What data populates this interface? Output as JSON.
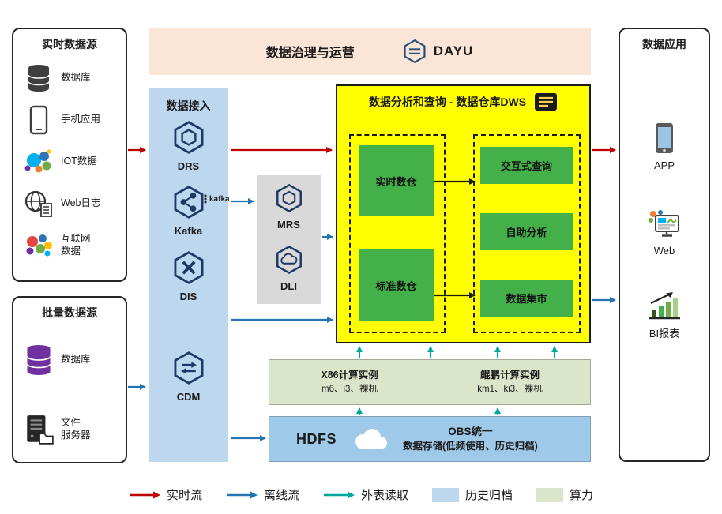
{
  "banner": {
    "title": "数据治理与运营",
    "logo_text": "DAYU"
  },
  "realtime_sources": {
    "title": "实时数据源",
    "items": [
      {
        "label": "数据库",
        "icon": "database-icon"
      },
      {
        "label": "手机应用",
        "icon": "mobile-app-icon"
      },
      {
        "label": "IOT数据",
        "icon": "iot-icon"
      },
      {
        "label": "Web日志",
        "icon": "web-log-icon"
      },
      {
        "label_line1": "互联网",
        "label_line2": "数据",
        "icon": "internet-data-icon"
      }
    ]
  },
  "batch_sources": {
    "title": "批量数据源",
    "items": [
      {
        "label": "数据库",
        "icon": "database-icon"
      },
      {
        "label_line1": "文件",
        "label_line2": "服务器",
        "icon": "file-server-icon"
      }
    ]
  },
  "ingestion": {
    "title": "数据接入",
    "services": [
      {
        "label": "DRS"
      },
      {
        "label": "Kafka",
        "sublabel": "kafka"
      },
      {
        "label": "DIS"
      },
      {
        "label": "CDM"
      }
    ]
  },
  "middleware": {
    "services": [
      {
        "label": "MRS"
      },
      {
        "label": "DLI"
      }
    ]
  },
  "dws": {
    "title": "数据分析和查询 - 数据仓库DWS",
    "warehouses": [
      {
        "label": "实时数仓"
      },
      {
        "label": "标准数仓"
      }
    ],
    "services": [
      {
        "label": "交互式查询"
      },
      {
        "label": "自助分析"
      },
      {
        "label": "数据集市"
      }
    ]
  },
  "compute": {
    "x86": {
      "title": "X86计算实例",
      "spec": "m6、i3、裸机"
    },
    "kunpeng": {
      "title": "鲲鹏计算实例",
      "spec": "km1、ki3、裸机"
    }
  },
  "storage": {
    "hdfs": "HDFS",
    "obs_line1": "OBS统一",
    "obs_line2": "数据存储(低频使用、历史归档)"
  },
  "applications": {
    "title": "数据应用",
    "items": [
      {
        "label": "APP",
        "icon": "app-phone-icon"
      },
      {
        "label": "Web",
        "icon": "web-app-icon"
      },
      {
        "label": "BI报表",
        "icon": "bi-report-icon"
      }
    ]
  },
  "legend": {
    "items": [
      {
        "label": "实时流",
        "type": "arrow",
        "color": "#c00000"
      },
      {
        "label": "离线流",
        "type": "arrow",
        "color": "#2673b4"
      },
      {
        "label": "外表读取",
        "type": "arrow",
        "color": "#00a89c"
      },
      {
        "label": "历史归档",
        "type": "box",
        "color": "#bdd7ee"
      },
      {
        "label": "算力",
        "type": "box",
        "color": "#dbe5c9"
      }
    ]
  },
  "colors": {
    "banner_bg": "#fbe5d6",
    "ingestion_bg": "#bdd7ee",
    "dws_bg": "#ffff00",
    "module_green": "#43b049",
    "compute_bg": "#dbe5c9",
    "storage_bg": "#9fc9e8",
    "middleware_bg": "#d9d9d9",
    "realtime_flow": "#c00000",
    "offline_flow": "#2673b4",
    "external_read": "#00a89c"
  }
}
